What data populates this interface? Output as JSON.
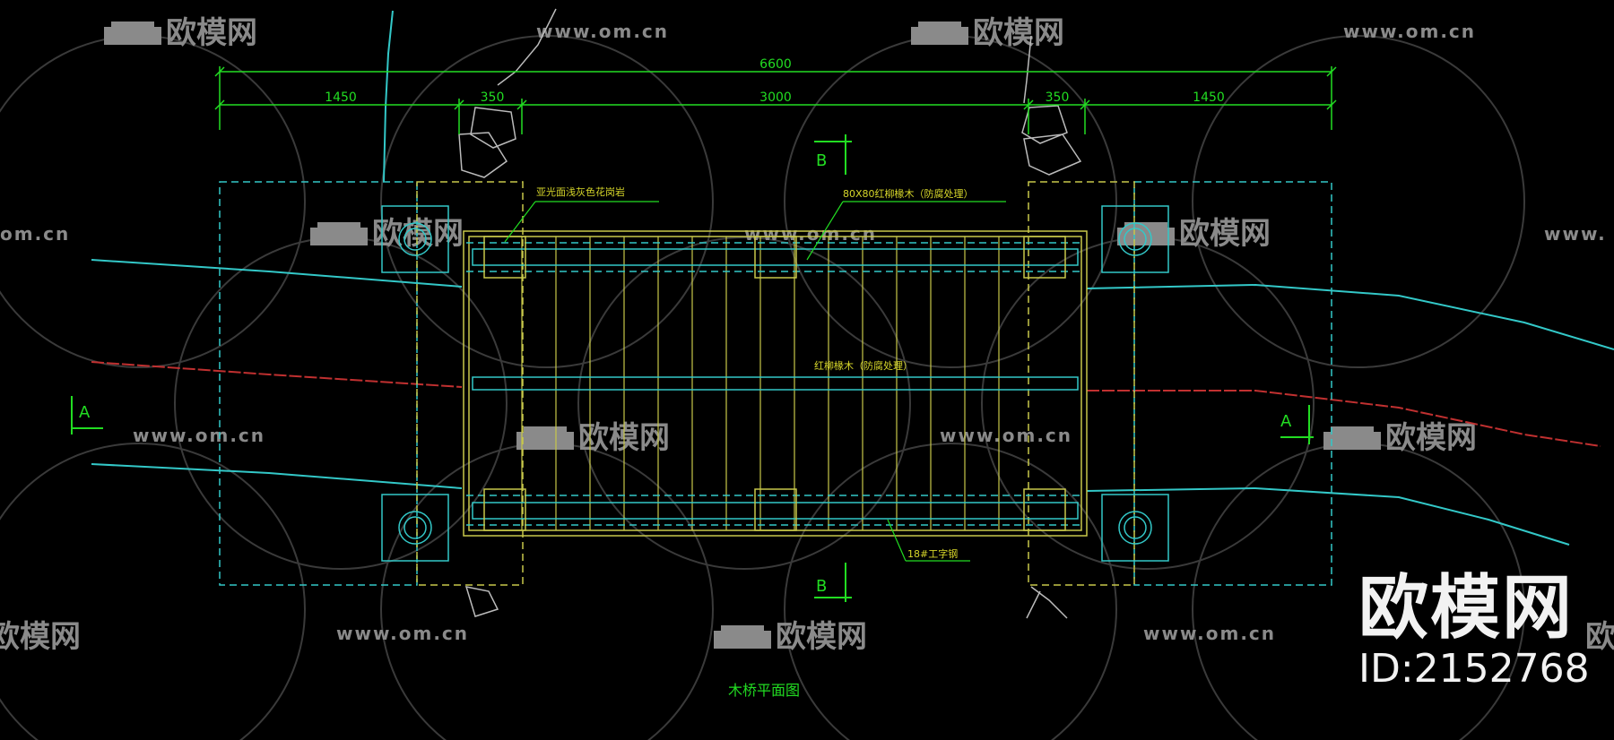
{
  "dimensions": {
    "total": "6600",
    "left_outer": "1450",
    "left_inner": "350",
    "middle": "3000",
    "right_inner": "350",
    "right_outer": "1450"
  },
  "section_marks": {
    "a": "A",
    "b": "B"
  },
  "annotations": {
    "railing": "亚光面浅灰色花岗岩",
    "post_top": "80X80红柳椽木（防腐处理）",
    "deck_beam": "红柳椽木（防腐处理）",
    "steel_beam": "18#工字钢"
  },
  "drawing_title": "木桥平面图",
  "watermark": {
    "brand": "欧模网",
    "url": "www.om.cn",
    "url_partial": "om.cn",
    "url_cut": "www.",
    "brand_cut": "欧模网",
    "id": "ID:2152768"
  },
  "colors": {
    "dimension": "#22dd22",
    "outline_cyan": "#33c8c8",
    "structure_yellow": "#c8c84a",
    "river_red": "#c03030",
    "text_green": "#22dd22",
    "watermark": "#8a8a8a"
  }
}
